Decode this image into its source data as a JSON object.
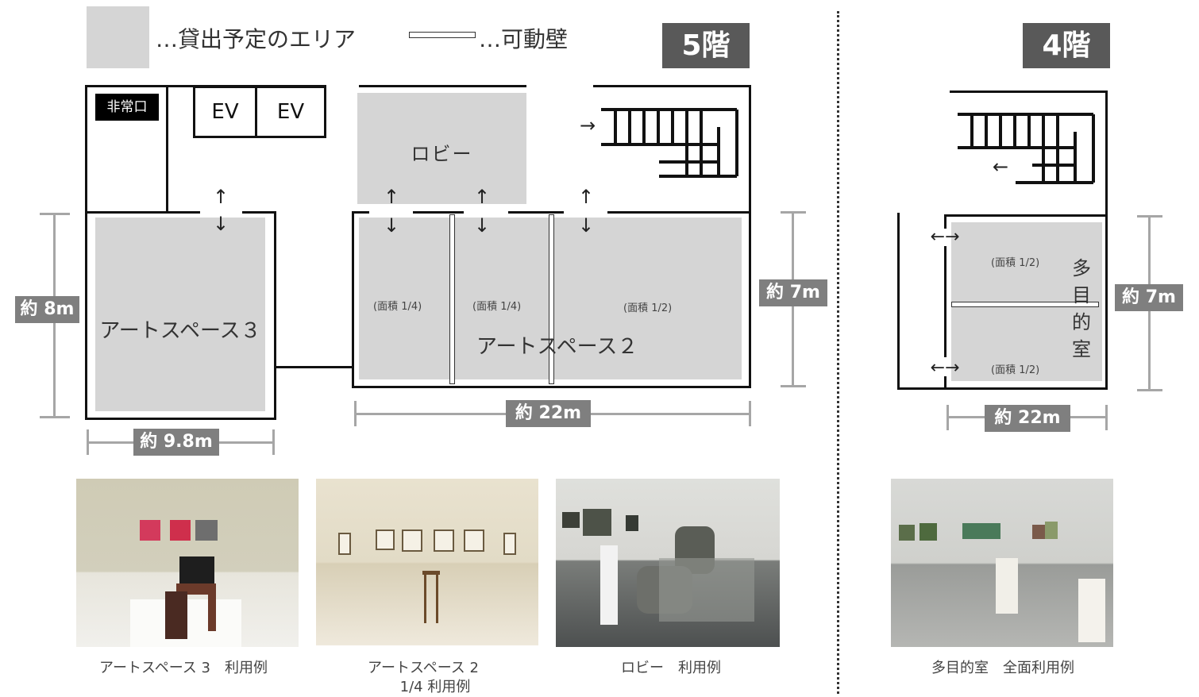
{
  "legend": {
    "rental_text": "…貸出予定のエリア",
    "wall_text": "…可動壁"
  },
  "floor5": {
    "badge": "5階",
    "emergency_exit": "非常口",
    "ev1": "EV",
    "ev2": "EV",
    "lobby": "ロビー",
    "art_space_3": "アートスペース３",
    "art_space_2": "アートスペース２",
    "area_quarter_1": "(面積 1/4)",
    "area_quarter_2": "(面積 1/4)",
    "area_half": "(面積 1/2)",
    "dim_height_left": "約 8m",
    "dim_width_left": "約 9.8m",
    "dim_width_right": "約 22m",
    "dim_height_right": "約 7m"
  },
  "floor4": {
    "badge": "4階",
    "multipurpose_room": [
      "多",
      "目",
      "的",
      "室"
    ],
    "area_half_top": "(面積 1/2)",
    "area_half_bottom": "(面積 1/2)",
    "dim_width": "約 22m",
    "dim_height": "約 7m"
  },
  "captions": {
    "photo1": "アートスペース 3　利用例",
    "photo2_line1": "アートスペース 2",
    "photo2_line2": "1/4 利用例",
    "photo3": "ロビー　利用例",
    "photo4": "多目的室　全面利用例"
  },
  "colors": {
    "rental_area": "#d5d5d5",
    "badge": "#595959",
    "dimension": "#7f7f7f"
  },
  "icons": {
    "up_arrow": "↑",
    "down_arrow": "↓",
    "right_arrow": "→",
    "left_arrow": "←",
    "left_right_arrow": "←→"
  }
}
